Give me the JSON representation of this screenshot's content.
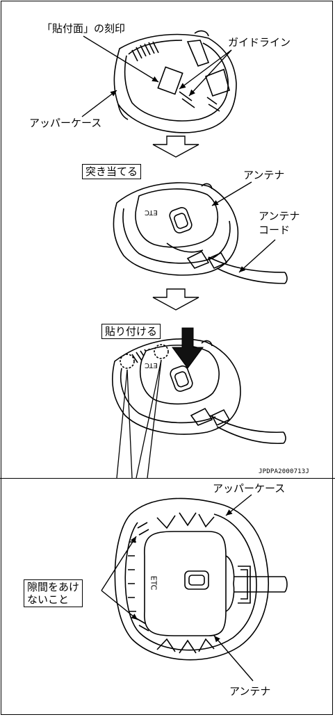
{
  "labels": {
    "marking": "「貼付面」の刻印",
    "guideline": "ガイドライン",
    "upper_case_1": "アッパーケース",
    "press_against": "突き当てる",
    "antenna_1": "アンテナ",
    "antenna_cord_line1": "アンテナ",
    "antenna_cord_line2": "コード",
    "attach": "貼り付ける",
    "upper_case_2": "アッパーケース",
    "no_gap_line1": "隙間をあけ",
    "no_gap_line2": "ないこと",
    "antenna_2": "アンテナ",
    "etc_mark": "ETC"
  },
  "figure_code": "JPDPA2000713J",
  "colors": {
    "line": "#000000",
    "background": "#ffffff",
    "fill_dark": "#111111"
  }
}
